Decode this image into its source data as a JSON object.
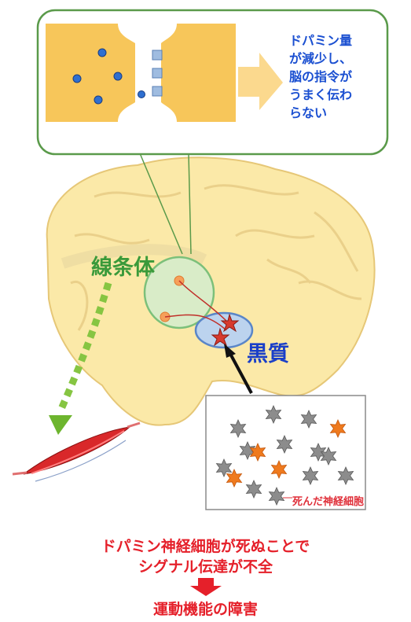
{
  "callout": {
    "lines": [
      "ドパミン量",
      "が減少し、",
      "脳の指令が",
      "うまく伝わ",
      "らない"
    ]
  },
  "labels": {
    "striatum": "線条体",
    "substantia_nigra": "黒質",
    "dead_neurons": "死んだ神経細胞"
  },
  "caption": {
    "line1": "ドパミン神経細胞が死ぬことで",
    "line2": "シグナル伝達が不全",
    "result": "運動機能の障害"
  },
  "colors": {
    "synapse": "#f7c65a",
    "brain": "#fbe9a8",
    "callout_text": "#1a4fd1",
    "striatum": "#3a9a3a",
    "nigra": "#1a3fc8",
    "alert": "#e5202a"
  }
}
